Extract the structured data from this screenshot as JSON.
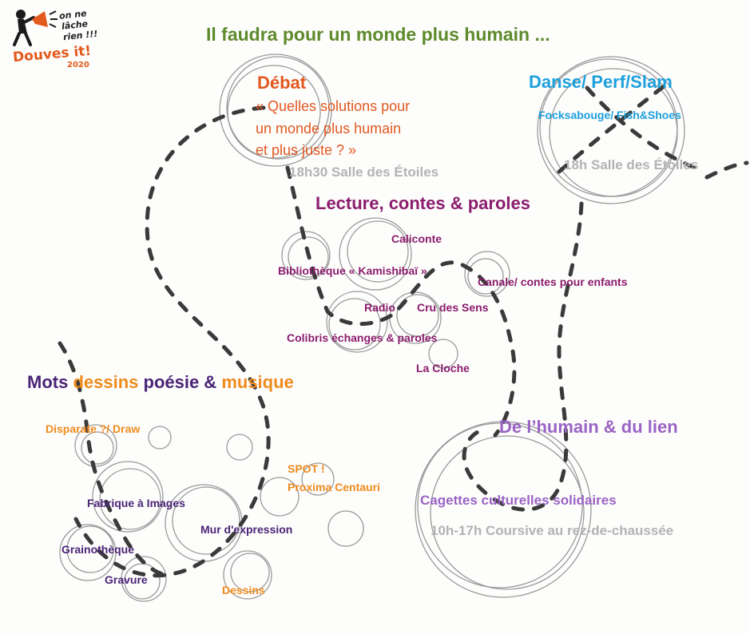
{
  "logo": {
    "line1": "on ne",
    "line2": "lâche",
    "line3": "rien !!!",
    "brand": "Douves it!",
    "year": "2020",
    "colors": {
      "brand": "#e35a1d",
      "figure": "#1b1b1b",
      "megaphone": "#e35a1d"
    }
  },
  "title": "Il faudra pour un monde plus humain ...",
  "debat": {
    "heading": "Débat",
    "quote_line1": "« Quelles solutions pour",
    "quote_line2": "un monde plus humain",
    "quote_line3": "et plus juste ? »",
    "time": "18h30 Salle des Étoiles",
    "color": "#e2571f"
  },
  "danse": {
    "heading": "Danse/ Perf/Slam",
    "item": "Focksabouge/ Fish&Shoes",
    "time": "18h Salle des Étoiles",
    "color": "#1da0dc"
  },
  "lecture": {
    "heading": "Lecture, contes & paroles",
    "items": {
      "caliconte": "Caliconte",
      "bibliotheque": "Bibliothèque «  Kamishibaï »",
      "canale": "Canale/ contes pour enfants",
      "radio": "Radio",
      "cru": "Cru des Sens",
      "colibris": "Colibris échanges & paroles",
      "cloche": "La Cloche"
    },
    "color": "#8b1c6d"
  },
  "mots": {
    "heading_part1": "Mots ",
    "heading_part2": "dessins",
    "heading_part3": " poésie & ",
    "heading_part4": "musique",
    "items": {
      "disparate": "Disparate ?/ Draw",
      "spot": "SPOT !",
      "proxima": "Proxima Centauri",
      "fabrique": "Fabrique à Images",
      "mur": "Mur d'expression",
      "grainotheque": "Grainothèque",
      "gravure": "Gravure",
      "dessins": "Dessins"
    },
    "colors": {
      "purple": "#4b2477",
      "orange": "#ef8b1d"
    }
  },
  "humain": {
    "heading": "De l’humain & du lien",
    "item": "Cagettes culturelles solidaires",
    "time": "10h-17h Coursive au rez-de-chaussée",
    "color": "#9a63c4"
  },
  "colors": {
    "sketch_line": "#9a9a9a",
    "dash_line": "#3a3a3a",
    "title": "#5e8a2c",
    "light_text": "#b3b3b3"
  }
}
